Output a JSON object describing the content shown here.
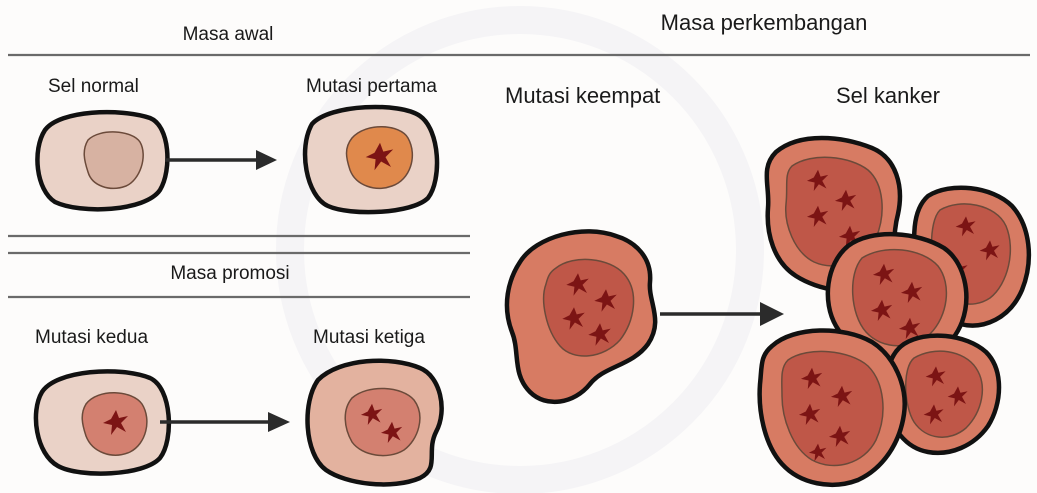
{
  "sections": {
    "early": "Masa awal",
    "promotion": "Masa promosi",
    "development": "Masa perkembangan"
  },
  "captions": {
    "normal": "Sel normal",
    "first_mutation": "Mutasi pertama",
    "second_mutation": "Mutasi kedua",
    "third_mutation": "Mutasi ketiga",
    "fourth_mutation": "Mutasi keempat",
    "cancer_cell": "Sel kanker"
  },
  "colors": {
    "normal_cell": "#ead2c7",
    "normal_nucleus": "#d7b2a2",
    "mutated_cell": "#e3b29f",
    "mutated_nucleus": "#e0894c",
    "cancer_cell": "#d77b63",
    "cancer_nucleus": "#bf5748",
    "chromosome": "#7c1414"
  }
}
